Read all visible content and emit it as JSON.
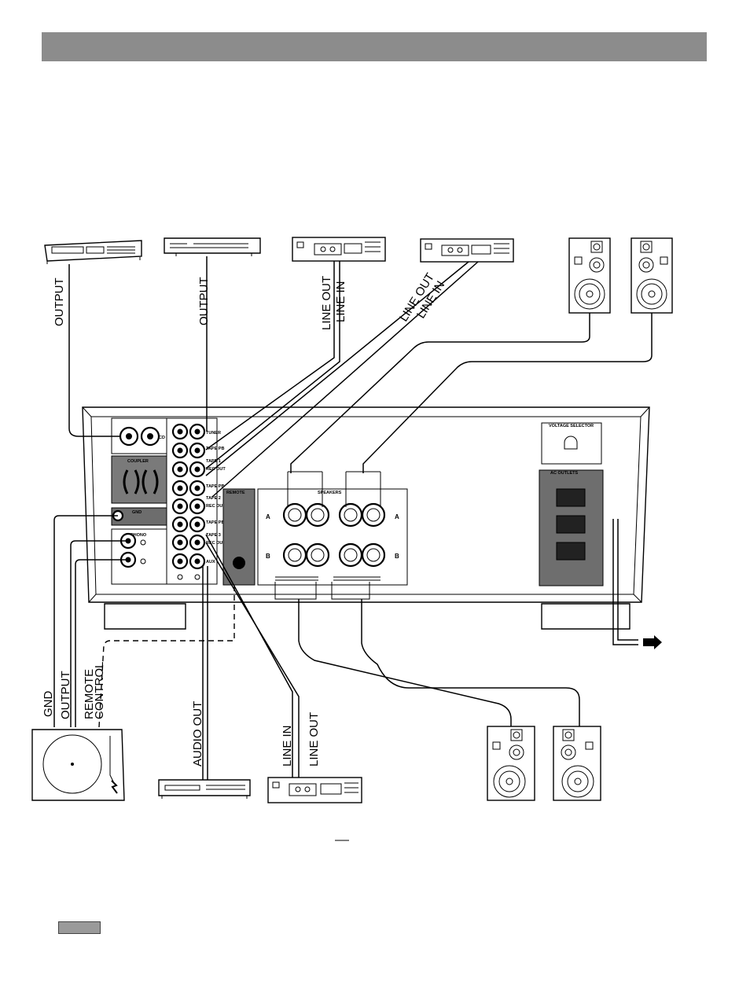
{
  "colors": {
    "header_bar": "#8c8c8c",
    "ink": "#000000",
    "panel_fill": "#7a7a7a"
  },
  "cable_labels": {
    "cd_output": "OUTPUT",
    "tuner_output": "OUTPUT",
    "tape1_line_out": "LINE OUT",
    "tape1_line_in": "LINE IN",
    "tape2_line_out": "LINE OUT",
    "tape2_line_in": "LINE IN",
    "turntable_gnd": "GND",
    "turntable_output": "OUTPUT",
    "remote_control_line1": "REMOTE",
    "remote_control_line2": "CONTROL",
    "audio_out": "AUDIO OUT",
    "tape3_line_in": "LINE IN",
    "tape3_line_out": "LINE OUT"
  },
  "panel_labels": {
    "cd": "CD",
    "couplers": "COUPLER",
    "gnd": "GND",
    "phono": "PHONO",
    "tuner": "TUNER",
    "tape_pb": "TAPE PB",
    "tape1": "TAPE 1",
    "rec_out": "REC OUT",
    "tape2": "TAPE 2",
    "tape3": "TAPE 3",
    "aux": "AUX",
    "remote": "REMOTE",
    "speakers": "SPEAKERS",
    "speaker_a": "A",
    "speaker_b": "B",
    "voltage_selector": "VOLTAGE SELECTOR",
    "ac_outlets": "AC OUTLETS"
  },
  "icons": [
    "cd-player-icon",
    "tuner-icon",
    "cassette-deck-icon",
    "speaker-icon",
    "turntable-icon",
    "power-plug-arrow-icon"
  ]
}
